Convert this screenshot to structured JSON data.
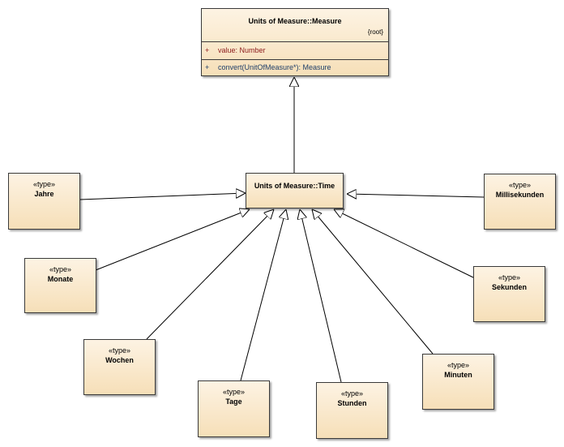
{
  "root_class": {
    "title": "Units of Measure::Measure",
    "tag": "{root}",
    "attribute": {
      "visibility": "+",
      "text": "value: Number"
    },
    "operation": {
      "visibility": "+",
      "text": "convert(UnitOfMeasure*): Measure"
    }
  },
  "time_class": {
    "title": "Units of Measure::Time"
  },
  "types": [
    {
      "key": "jahre",
      "stereotype": "«type»",
      "name": "Jahre"
    },
    {
      "key": "monate",
      "stereotype": "«type»",
      "name": "Monate"
    },
    {
      "key": "wochen",
      "stereotype": "«type»",
      "name": "Wochen"
    },
    {
      "key": "tage",
      "stereotype": "«type»",
      "name": "Tage"
    },
    {
      "key": "stunden",
      "stereotype": "«type»",
      "name": "Stunden"
    },
    {
      "key": "minuten",
      "stereotype": "«type»",
      "name": "Minuten"
    },
    {
      "key": "sekunden",
      "stereotype": "«type»",
      "name": "Sekunden"
    },
    {
      "key": "millisekunden",
      "stereotype": "«type»",
      "name": "Millisekunden"
    }
  ],
  "colors": {
    "box_fill": "#f6dfb8",
    "border": "#3a3a3a",
    "attribute_text": "#8b1a1a",
    "operation_text": "#1f3f6a"
  }
}
